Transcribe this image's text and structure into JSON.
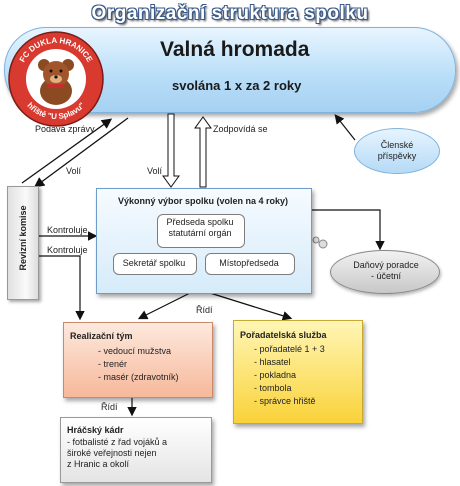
{
  "title": "Organizační struktura spolku",
  "general_meeting": {
    "title": "Valná hromada",
    "frequency": "svolána 1 x za 2 roky"
  },
  "logo": {
    "arc_top": "FC DUKLA HRANICE",
    "arc_bottom": "hřiště \"U Splavu\"",
    "colors": {
      "ring": "#d93a2f",
      "inner": "#ffffff",
      "bear": "#8b4a22"
    }
  },
  "arrows": {
    "reports": "Podává zprávy",
    "elects_left": "Volí",
    "elects_center": "Volí",
    "accountable": "Zodpovídá se",
    "controls_1": "Kontroluje",
    "controls_2": "Kontroluje",
    "manages_1": "Řídí",
    "manages_2": "Řídí"
  },
  "member_fees": {
    "line1": "Členské",
    "line2": "příspěvky"
  },
  "audit_commission": "Revizní komise",
  "executive_committee": {
    "title": "Výkonný výbor spolku (volen na 4 roky)",
    "chairman_line1": "Předseda spolku",
    "chairman_line2": "statutární orgán",
    "secretary": "Sekretář spolku",
    "vice_chairman": "Místopředseda"
  },
  "tax_advisor": {
    "line1": "Daňový poradce",
    "line2": "- účetní"
  },
  "implementation_team": {
    "title": "Realizační tým",
    "items": [
      "vedoucí mužstva",
      "trenér",
      "masér (zdravotník)"
    ]
  },
  "steward_service": {
    "title": "Pořadatelská služba",
    "items": [
      "pořadatelé 1 + 3",
      "hlasatel",
      "pokladna",
      "tombola",
      "správce hřiště"
    ]
  },
  "player_base": {
    "title": "Hráčský kádr",
    "line1": "- fotbalisté z řad vojáků a",
    "line2": "široké veřejnosti nejen",
    "line3": "z Hranic a okolí"
  }
}
